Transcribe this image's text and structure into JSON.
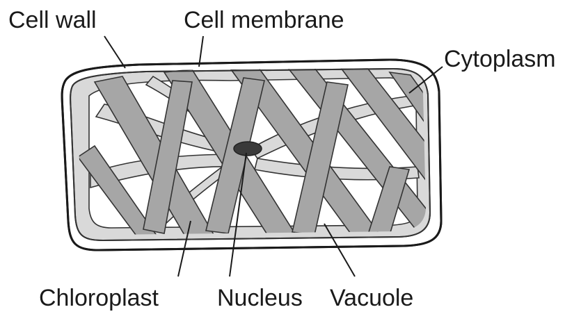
{
  "labels": {
    "cell_wall": "Cell wall",
    "cell_membrane": "Cell membrane",
    "cytoplasm": "Cytoplasm",
    "chloroplast": "Chloroplast",
    "nucleus": "Nucleus",
    "vacuole": "Vacuole"
  },
  "colors": {
    "outline": "#1a1a1a",
    "cytoplasm": "#d9d9d9",
    "chloroplast": "#a6a6a6",
    "nucleus": "#3a3a3a",
    "vacuole": "#ffffff"
  }
}
